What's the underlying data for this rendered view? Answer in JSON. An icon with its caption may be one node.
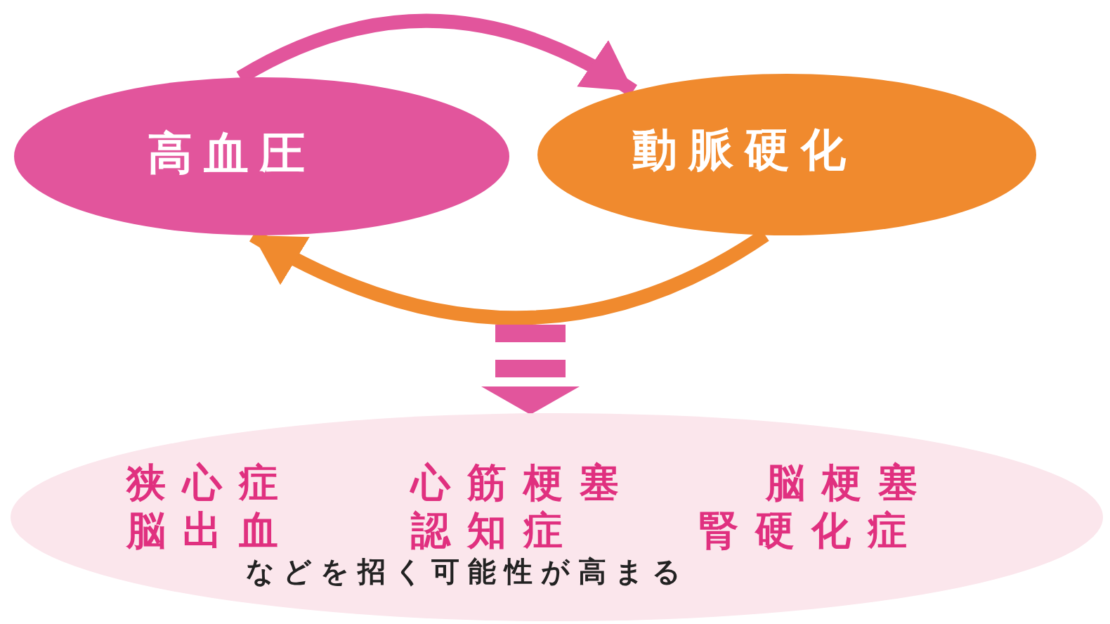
{
  "diagram": {
    "nodes": [
      {
        "text": [
          "高血圧"
        ]
      },
      {
        "text": [
          "動脈硬化"
        ]
      },
      {
        "text": [
          "狭心症",
          "心筋梗塞",
          "脳梗塞",
          "脳出血",
          "認知症",
          "腎硬化症",
          "などを招く可能性が高まる"
        ]
      }
    ],
    "edges": [
      {
        "from": 0,
        "to": 1,
        "arrow": "to"
      },
      {
        "from": 1,
        "to": 0,
        "arrow": "to",
        "color": "#f08a2e"
      },
      {
        "from": null,
        "to": 2,
        "arrow": "to",
        "style": "dashed"
      }
    ]
  }
}
